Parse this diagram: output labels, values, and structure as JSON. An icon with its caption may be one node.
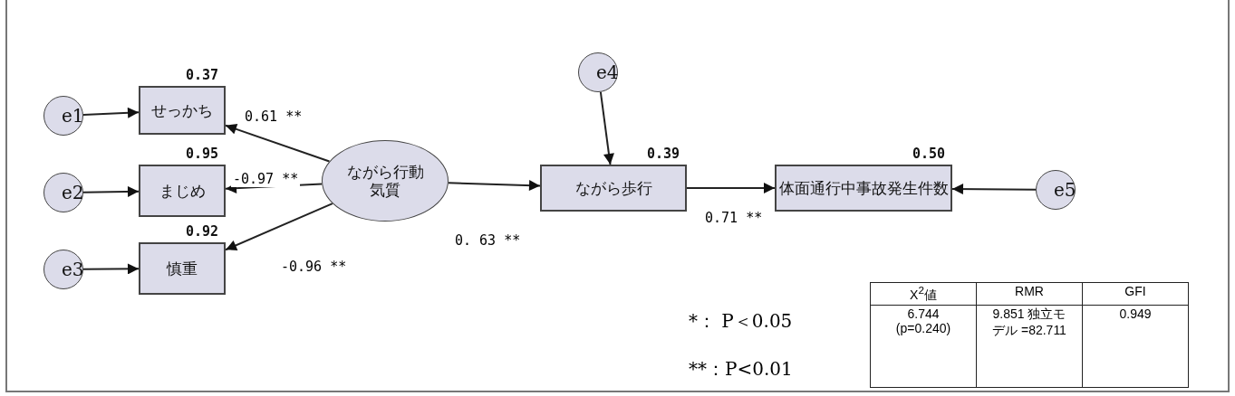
{
  "diagram": {
    "nodes": [
      {
        "text": [
          "e1"
        ]
      },
      {
        "text": [
          "e2"
        ]
      },
      {
        "text": [
          "e3"
        ]
      },
      {
        "text": [
          "せっかち"
        ],
        "beside": [
          "0.37"
        ]
      },
      {
        "text": [
          "まじめ"
        ],
        "beside": [
          "0.95"
        ]
      },
      {
        "text": [
          "慎重"
        ],
        "beside": [
          "0.92"
        ]
      },
      {
        "text": [
          "ながら行動気質"
        ]
      },
      {
        "text": [
          "e4"
        ]
      },
      {
        "text": [
          "ながら歩行"
        ],
        "beside": [
          "0.39"
        ]
      },
      {
        "text": [
          "体面通行中事故発生件数"
        ],
        "beside": [
          "0.50"
        ]
      },
      {
        "text": [
          "e5"
        ]
      }
    ],
    "edges": [
      {
        "from": 0,
        "to": 3,
        "arrow": "to"
      },
      {
        "from": 1,
        "to": 4,
        "arrow": "to"
      },
      {
        "from": 2,
        "to": 5,
        "arrow": "to"
      },
      {
        "from": 6,
        "to": 3,
        "arrow": "to",
        "label": "0.61 **"
      },
      {
        "from": 6,
        "to": 4,
        "arrow": "to",
        "label": "-0.97 **"
      },
      {
        "from": 6,
        "to": 5,
        "arrow": "to",
        "label": "-0.96 **"
      },
      {
        "from": 6,
        "to": 8,
        "arrow": "to",
        "label": "0. 63 **"
      },
      {
        "from": 7,
        "to": 8,
        "arrow": "to"
      },
      {
        "from": 8,
        "to": 9,
        "arrow": "to",
        "label": "0.71 **"
      },
      {
        "from": 10,
        "to": 9,
        "arrow": "to"
      }
    ],
    "labels": [
      "*： P＜0.05",
      "**：P<0.01",
      "X$^{2}$値",
      "RMR",
      "GFI",
      "6.744 (p=0.240)",
      "9.851 独立モデル =82.711",
      "0.949"
    ]
  }
}
